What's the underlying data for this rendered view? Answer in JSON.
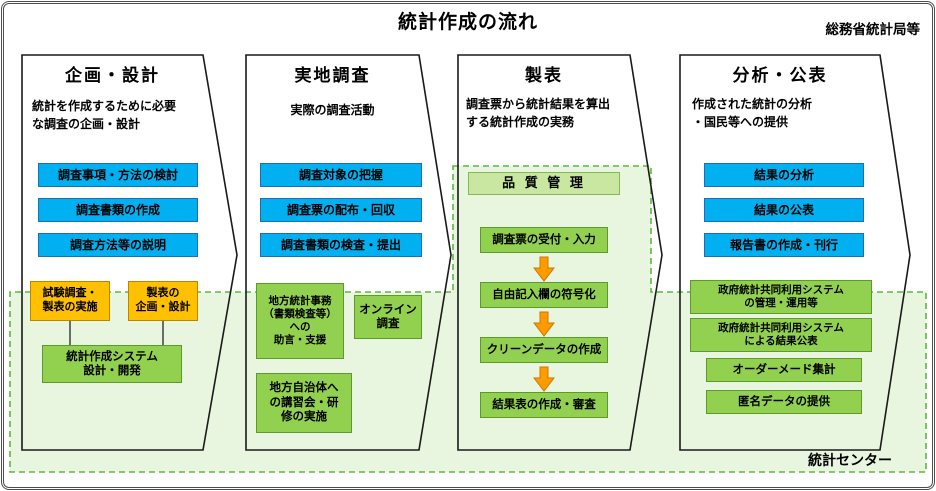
{
  "title": "統計作成の流れ",
  "source_org": "総務省統計局等",
  "footer_org": "統計センター",
  "colors": {
    "blue_box": "#00b0f0",
    "orange_box": "#ffc000",
    "green_box": "#92d050",
    "quality_box": "#c9e7a0",
    "region_fill": "#e9f6df",
    "region_border": "#5cb83e",
    "flow_arrow": "#ff9b00",
    "stage_outline": "#1a1a1a"
  },
  "icons": {
    "flow_arrow": "down-arrow"
  },
  "columns": [
    {
      "title": "企画・設計",
      "description": "統計を作成するために必要\nな調査の企画・設計",
      "boxes": {
        "blue": [
          "調査事項・方法の検討",
          "調査書類の作成",
          "調査方法等の説明"
        ],
        "orange": [
          "試験調査・\n製表の実施",
          "製表の\n企画・設計"
        ],
        "green": [
          "統計作成システム\n設計・開発"
        ]
      }
    },
    {
      "title": "実地調査",
      "description": "実際の調査活動",
      "boxes": {
        "blue": [
          "調査対象の把握",
          "調査票の配布・回収",
          "調査書類の検査・提出"
        ],
        "green": [
          "地方統計事務\n（書類検査等）\nへの\n助言・支援",
          "オンライン\n調査",
          "地方自治体へ\nの講習会・研\n修の実施"
        ]
      }
    },
    {
      "title": "製表",
      "description": "調査票から統計結果を算出\nする統計作成の実務",
      "quality_label": "品 質 管 理",
      "boxes": {
        "flow": [
          "調査票の受付・入力",
          "自由記入欄の符号化",
          "クリーンデータの作成",
          "結果表の作成・審査"
        ]
      }
    },
    {
      "title": "分析・公表",
      "description": "作成された統計の分析\n・国民等への提供",
      "boxes": {
        "blue": [
          "結果の分析",
          "結果の公表",
          "報告書の作成・刊行"
        ],
        "green": [
          "政府統計共同利用システム\nの管理・運用等",
          "政府統計共同利用システム\nによる結果公表",
          "オーダーメード集計",
          "匿名データの提供"
        ]
      }
    }
  ]
}
